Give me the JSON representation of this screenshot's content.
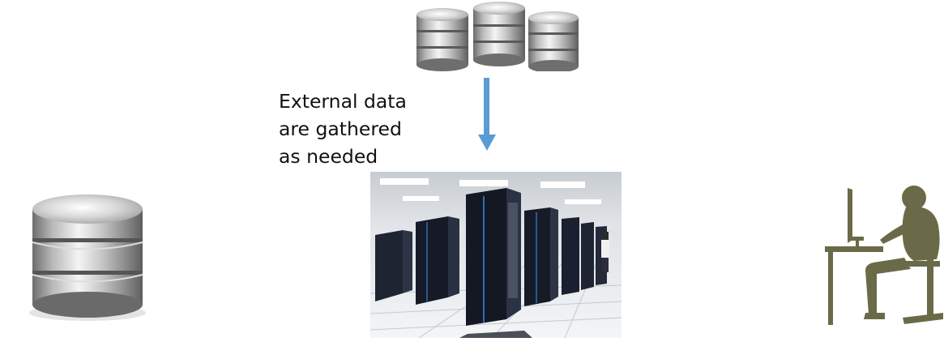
{
  "diagram": {
    "caption_lines": [
      "External data",
      "are gathered",
      "as needed"
    ],
    "icons": {
      "external_databases": "database-cluster-icon",
      "local_database": "database-icon",
      "flow_arrow": "arrow-down-icon",
      "computing_center": "supercomputer-photo",
      "end_user": "user-at-computer-icon"
    },
    "colors": {
      "arrow": "#5b9bd5",
      "user_silhouette": "#6b6a48",
      "server_rack": "#1f2433",
      "floor": "#e9ecef"
    }
  }
}
